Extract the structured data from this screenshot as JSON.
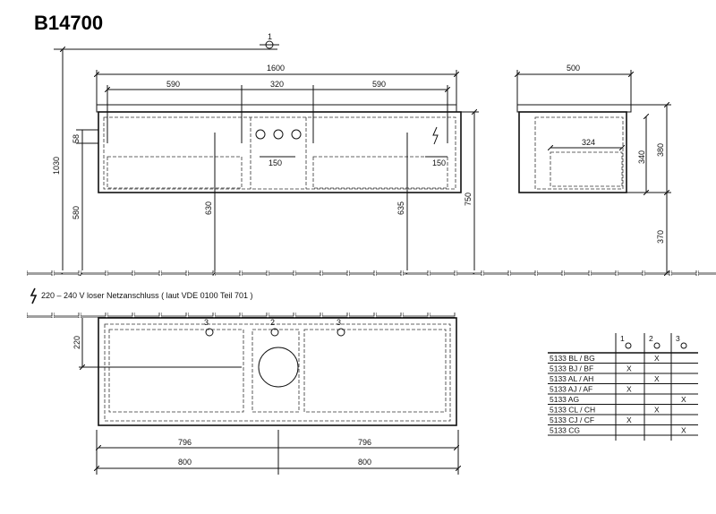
{
  "title": "B14700",
  "front_view": {
    "symbol_label": "1",
    "dims": {
      "total_width": "1600",
      "left_segment": "590",
      "middle_segment": "320",
      "right_segment": "590",
      "total_height": "1030",
      "height_580": "580",
      "height_630": "630",
      "height_635": "635",
      "height_750": "750",
      "offset_58": "58",
      "offset_150_left": "150",
      "offset_150_right": "150"
    }
  },
  "side_view": {
    "dims": {
      "depth": "500",
      "inner_depth": "324",
      "height_340": "340",
      "height_380": "380",
      "floor_370": "370"
    }
  },
  "power_note": "220 – 240 V loser Netzanschluss ( laut VDE 0100 Teil 701 )",
  "plan_view": {
    "markers": [
      "3",
      "2",
      "3"
    ],
    "dims": {
      "depth_220": "220",
      "inner_left": "796",
      "inner_right": "796",
      "outer_left": "800",
      "outer_right": "800"
    }
  },
  "table": {
    "headers": [
      "1",
      "2",
      "3"
    ],
    "rows": [
      {
        "code": "5133 BL / BG",
        "marks": [
          "",
          "X",
          ""
        ]
      },
      {
        "code": "5133 BJ / BF",
        "marks": [
          "X",
          "",
          ""
        ]
      },
      {
        "code": "5133 AL / AH",
        "marks": [
          "",
          "X",
          ""
        ]
      },
      {
        "code": "5133 AJ / AF",
        "marks": [
          "X",
          "",
          ""
        ]
      },
      {
        "code": "5133 AG",
        "marks": [
          "",
          "",
          "X"
        ]
      },
      {
        "code": "5133 CL / CH",
        "marks": [
          "",
          "X",
          ""
        ]
      },
      {
        "code": "5133 CJ / CF",
        "marks": [
          "X",
          "",
          ""
        ]
      },
      {
        "code": "5133 CG",
        "marks": [
          "",
          "",
          "X"
        ]
      }
    ]
  }
}
